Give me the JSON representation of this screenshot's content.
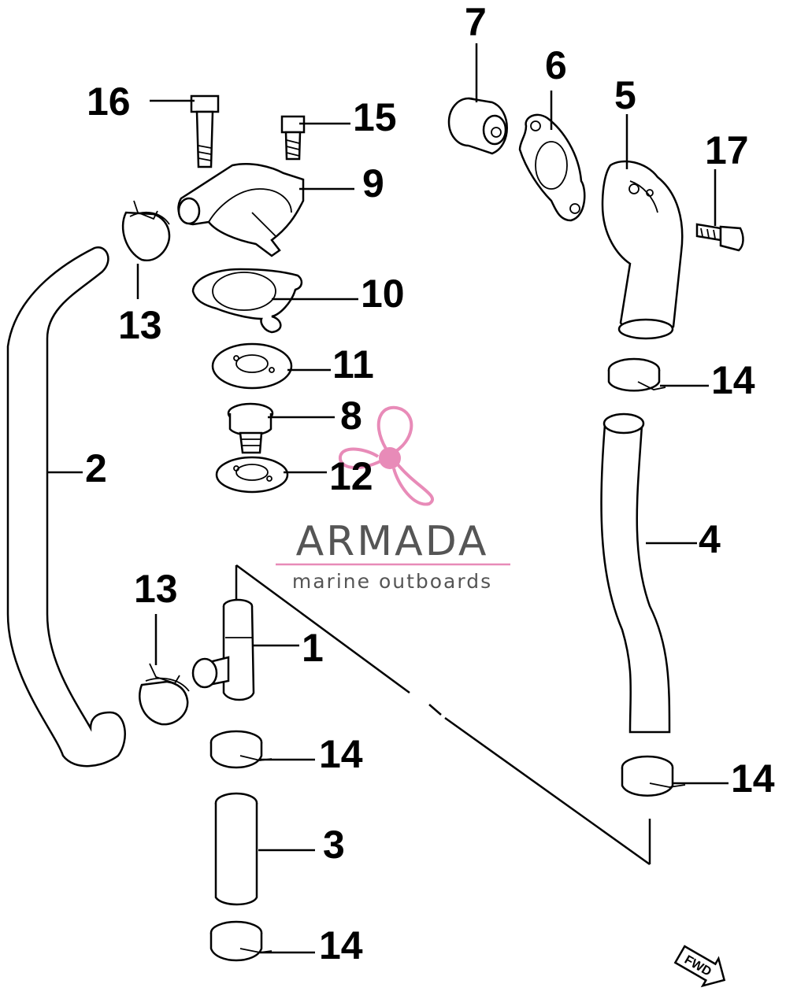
{
  "callouts": {
    "c1": "1",
    "c2": "2",
    "c3": "3",
    "c4": "4",
    "c5": "5",
    "c6": "6",
    "c7": "7",
    "c8": "8",
    "c9": "9",
    "c10": "10",
    "c11": "11",
    "c12": "12",
    "c13a": "13",
    "c13b": "13",
    "c14a": "14",
    "c14b": "14",
    "c14c": "14",
    "c14d": "14",
    "c15": "15",
    "c16": "16",
    "c17": "17"
  },
  "watermark": {
    "brand": "ARMADA",
    "tagline": "marine outboards",
    "logo_icon": "propeller-icon",
    "logo_color": "#e88bb8",
    "text_color": "#555555"
  },
  "direction_arrow": {
    "label": "FWD",
    "icon": "fwd-arrow-icon"
  }
}
